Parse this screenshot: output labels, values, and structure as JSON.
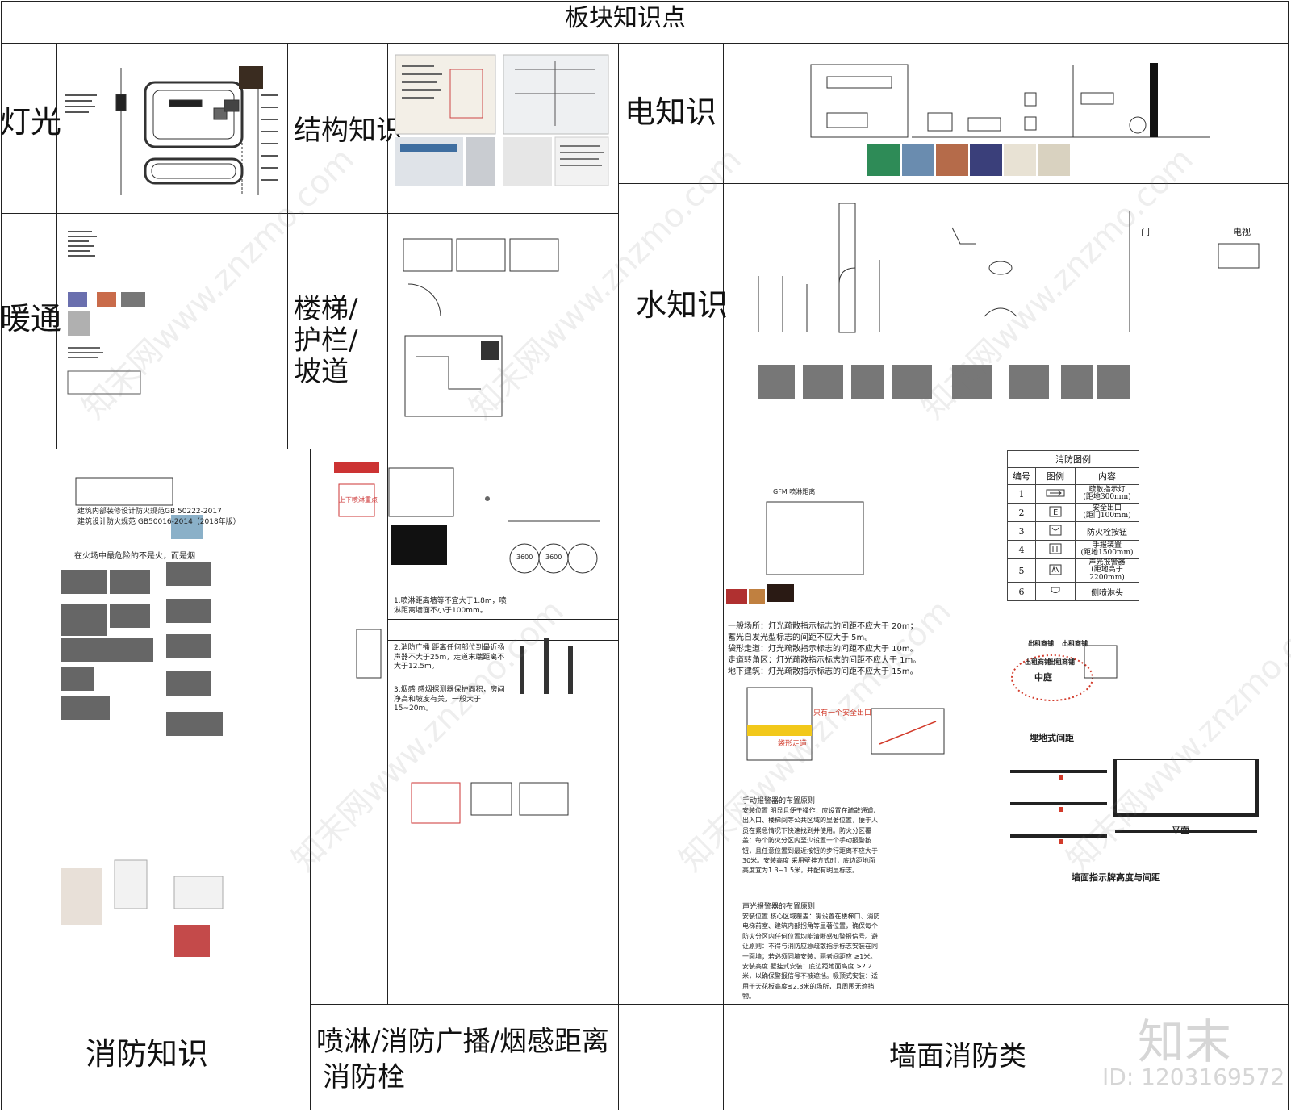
{
  "header": {
    "title": "板块知识点"
  },
  "sections": {
    "lighting": "灯光",
    "structure": "结构知识",
    "electric": "电知识",
    "hvac": "暖通",
    "stairs": "楼梯/护栏/坡道",
    "water": "水知识",
    "fire": "消防知识",
    "sprinkler_line1": "喷淋/消防广播/烟感距离",
    "sprinkler_line2": "消防栓",
    "wall_fire": "墙面消防类"
  },
  "water_labels": {
    "door": "门",
    "tv": "电视"
  },
  "fire_doc": {
    "std1": "建筑内部装修设计防火规范GB 50222-2017",
    "std2": "建筑设计防火规范 GB50016-2014（2018年版）",
    "note": "在火场中最危险的不是火，而是烟"
  },
  "sprinkler_doc": {
    "sep_label": "上下喷淋重点",
    "para1": "1.喷淋距离墙等不宜大于1.8m，喷淋距离墙面不小于100mm。",
    "para2": "2.消防广播 距离任何部位到最近扬声器不大于25m，走道末端距离不大于12.5m。",
    "para3": "3.烟感 感烟探测器保护面积，房间净高和坡度有关，一般大于15~20m。",
    "tick_labels": [
      "3600",
      "3600"
    ]
  },
  "evac_text": {
    "heading": "GFM 喷淋距离",
    "line1": "一般场所：灯光疏散指示标志的间距不应大于 20m；",
    "line2": "蓄光自发光型标志的间距不应大于 5m。",
    "line3": "袋形走道：灯光疏散指示标志的间距不应大于 10m。",
    "line4": "走道转角区：灯光疏散指示标志的间距不应大于 1m。",
    "line5": "地下建筑：灯光疏散指示标志的间距不应大于 15m。",
    "only_exit": "只有一个安全出口",
    "pocket_walk": "袋形走道",
    "alarm_heading": "手动报警器的布置原则",
    "alarm_body": "安装位置 明显且便于操作：应设置在疏散通道、出入口、楼梯间等公共区域的显著位置，便于人员在紧急情况下快速找到并使用。防火分区覆盖：每个防火分区内至少设置一个手动报警按钮，且任意位置到最近按钮的步行距离不应大于30米。安装高度 采用壁挂方式时，底边距地面高度宜为1.3~1.5米，并配有明显标志。",
    "sound_heading": "声光报警器的布置原则",
    "sound_body": "安装位置 核心区域覆盖：需设置在楼梯口、消防电梯前室、建筑内部拐角等显著位置，确保每个防火分区内任何位置均能清晰感知警报信号。避让原则：不得与消防应急疏散指示标志安装在同一面墙；若必须同墙安装，两者间距应 ≥1米。安装高度 壁挂式安装：底边距地面高度 >2.2米，以确保警报信号不被遮挡。吸顶式安装：适用于天花板高度≤2.8米的场所，且周围无遮挡物。"
  },
  "legend": {
    "title": "消防图例",
    "headers": [
      "编号",
      "图例",
      "内容"
    ],
    "rows": [
      {
        "no": "1",
        "icon": "arrow",
        "content": "疏散指示灯\n(距地300mm)"
      },
      {
        "no": "2",
        "icon": "E",
        "content": "安全出口\n(距门100mm)"
      },
      {
        "no": "3",
        "icon": "hydrant",
        "content": "防火栓按钮"
      },
      {
        "no": "4",
        "icon": "hand",
        "content": "手报装置\n(距地1500mm)"
      },
      {
        "no": "5",
        "icon": "alarm",
        "content": "声光报警器\n(距地高于2200mm)"
      },
      {
        "no": "6",
        "icon": "sprinkler",
        "content": "侧喷淋头"
      }
    ]
  },
  "wall_fire_doc": {
    "buried_label": "埋地式间距",
    "wall_label": "墙面指示牌高度与间距",
    "plan_label": "平面",
    "court_label": "中庭",
    "shop_labels": [
      "出租商铺",
      "出租商铺",
      "出租商铺",
      "出租商铺"
    ]
  },
  "watermark": {
    "text": "知末网www.znzmo.com"
  },
  "brand": {
    "logo": "知末",
    "id": "ID: 1203169572"
  },
  "colors": {
    "line": "#222222",
    "accent_red": "#d23a2a",
    "accent_yellow": "#f2c81a"
  }
}
